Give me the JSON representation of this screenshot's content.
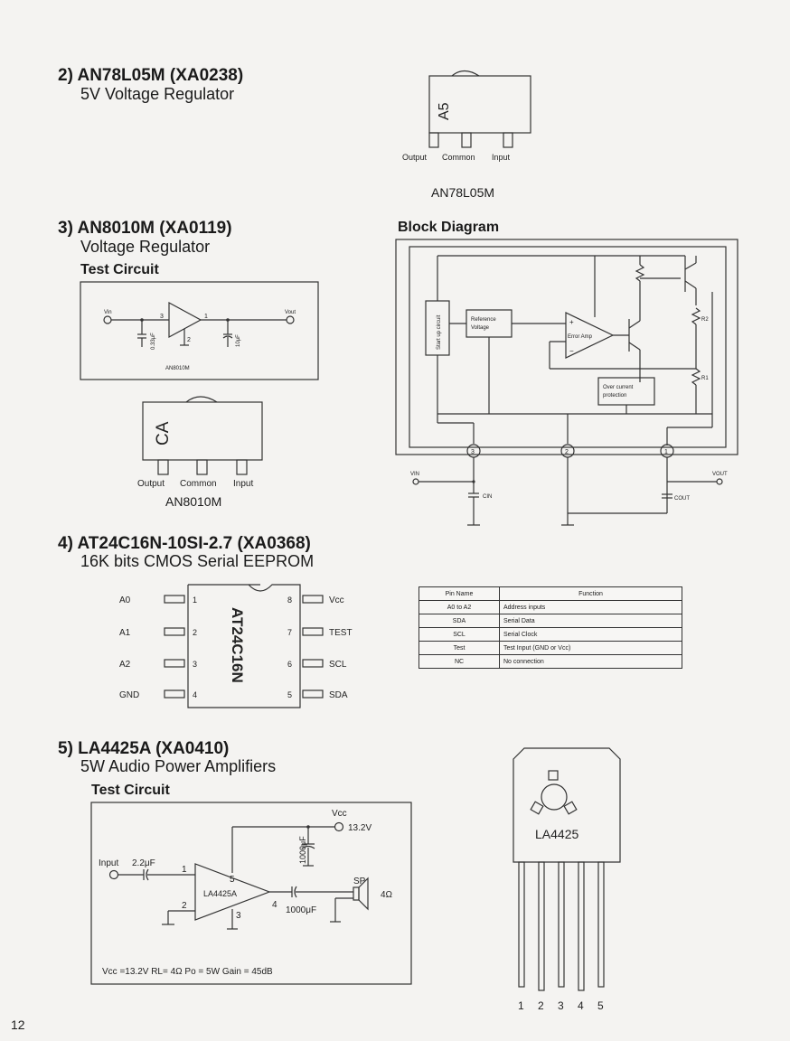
{
  "sec2": {
    "title": "2) AN78L05M (XA0238)",
    "subtitle": "5V Voltage Regulator",
    "pkg_mark": "A5",
    "pin_out": "Output",
    "pin_com": "Common",
    "pin_in": "Input",
    "caption": "AN78L05M"
  },
  "sec3": {
    "title": "3) AN8010M (XA0119)",
    "subtitle": "Voltage Regulator",
    "test_label": "Test Circuit",
    "vin": "Vin",
    "vout": "Vout",
    "cap1": "0.33μF",
    "cap2": "10μF",
    "n3": "3",
    "n1": "1",
    "n2": "2",
    "circuit_caption": "AN8010M",
    "pkg_mark": "CA",
    "pin_out": "Output",
    "pin_com": "Common",
    "pin_in": "Input",
    "caption": "AN8010M"
  },
  "block": {
    "title": "Block Diagram",
    "startup": "Start up circuit",
    "ref1": "Reference",
    "ref2": "Voltage",
    "erramp": "Error Amp",
    "oc1": "Over current",
    "oc2": "protection",
    "r2": "R2",
    "r1": "R1",
    "p3": "3",
    "p2": "2",
    "p1": "1",
    "vin": "VIN",
    "cin": "CIN",
    "vout": "VOUT",
    "cout": "COUT"
  },
  "sec4": {
    "title": "4) AT24C16N-10SI-2.7 (XA0368)",
    "subtitle": "16K bits CMOS Serial EEPROM",
    "chip": "AT24C16N",
    "left_pins": [
      {
        "name": "A0",
        "num": "1"
      },
      {
        "name": "A1",
        "num": "2"
      },
      {
        "name": "A2",
        "num": "3"
      },
      {
        "name": "GND",
        "num": "4"
      }
    ],
    "right_pins": [
      {
        "name": "Vcc",
        "num": "8"
      },
      {
        "name": "TEST",
        "num": "7"
      },
      {
        "name": "SCL",
        "num": "6"
      },
      {
        "name": "SDA",
        "num": "5"
      }
    ],
    "table_head": [
      "Pin Name",
      "Function"
    ],
    "table_rows": [
      [
        "A0 to A2",
        "Address inputs"
      ],
      [
        "SDA",
        "Serial Data"
      ],
      [
        "SCL",
        "Serial Clock"
      ],
      [
        "Test",
        "Test Input (GND or Vcc)"
      ],
      [
        "NC",
        "No connection"
      ]
    ]
  },
  "sec5": {
    "title": "5) LA4425A (XA0410)",
    "subtitle": "5W Audio Power Amplifiers",
    "test_label": "Test Circuit",
    "vcc": "Vcc",
    "v132": "13.2V",
    "c_big": "1000μF",
    "input": "Input",
    "c_in": "2.2μF",
    "chip": "LA4425A",
    "n1": "1",
    "n2": "2",
    "n3": "3",
    "n4": "4",
    "n5": "5",
    "c_out": "1000μF",
    "sp": "SP",
    "ohm": "4Ω",
    "spec": "Vcc =13.2V   RL= 4Ω   Po = 5W   Gain = 45dB",
    "pkg": "LA4425",
    "pkg_pins": [
      "1",
      "2",
      "3",
      "4",
      "5"
    ]
  },
  "page_number": "12"
}
